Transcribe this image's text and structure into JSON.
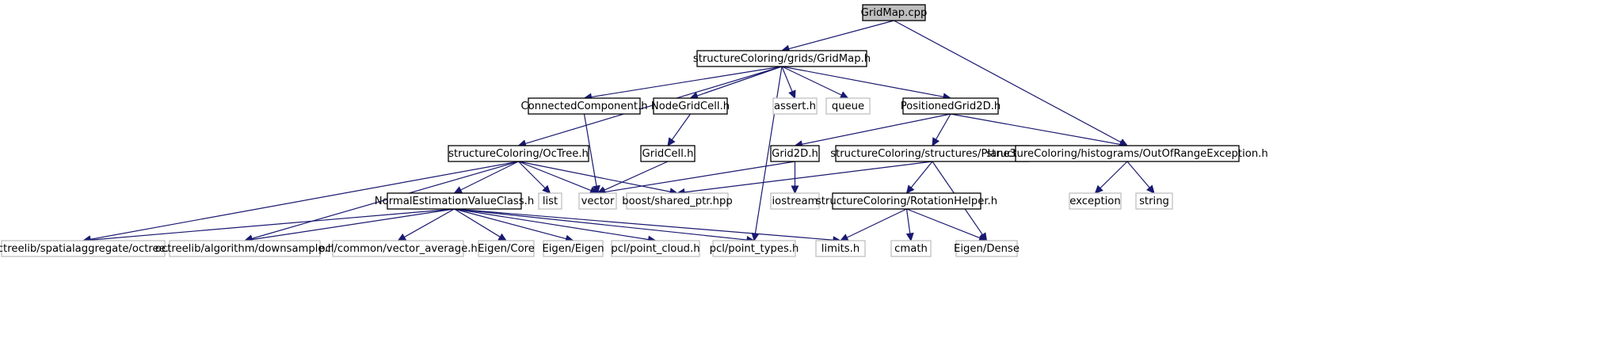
{
  "diagram": {
    "colors": {
      "edge": "#191970",
      "root_fill": "#bfbfbf",
      "primary_border": "#000000",
      "system_border": "#bfbfbf"
    },
    "nodes": [
      {
        "id": "gridmap_cpp",
        "label": "GridMap.cpp",
        "kind": "root"
      },
      {
        "id": "gridmap_h",
        "label": "structureColoring/grids/GridMap.h",
        "kind": "primary"
      },
      {
        "id": "connected",
        "label": "ConnectedComponent.h",
        "kind": "primary"
      },
      {
        "id": "nodegridcell",
        "label": "NodeGridCell.h",
        "kind": "primary"
      },
      {
        "id": "assert",
        "label": "assert.h",
        "kind": "system"
      },
      {
        "id": "queue",
        "label": "queue",
        "kind": "system"
      },
      {
        "id": "positioned",
        "label": "PositionedGrid2D.h",
        "kind": "primary"
      },
      {
        "id": "octree",
        "label": "structureColoring/OcTree.h",
        "kind": "primary"
      },
      {
        "id": "gridcell",
        "label": "GridCell.h",
        "kind": "primary"
      },
      {
        "id": "grid2d",
        "label": "Grid2D.h",
        "kind": "primary"
      },
      {
        "id": "plane3d",
        "label": "structureColoring/structures/Plane3D.h",
        "kind": "primary"
      },
      {
        "id": "outofrange",
        "label": "structureColoring/histograms/OutOfRangeException.h",
        "kind": "primary"
      },
      {
        "id": "normalest",
        "label": "NormalEstimationValueClass.h",
        "kind": "primary"
      },
      {
        "id": "list",
        "label": "list",
        "kind": "system"
      },
      {
        "id": "vector",
        "label": "vector",
        "kind": "system"
      },
      {
        "id": "shared_ptr",
        "label": "boost/shared_ptr.hpp",
        "kind": "system"
      },
      {
        "id": "iostream",
        "label": "iostream",
        "kind": "system"
      },
      {
        "id": "rotation",
        "label": "structureColoring/RotationHelper.h",
        "kind": "primary"
      },
      {
        "id": "exception",
        "label": "exception",
        "kind": "system"
      },
      {
        "id": "string",
        "label": "string",
        "kind": "system"
      },
      {
        "id": "oct_spatial",
        "label": "octreelib/spatialaggregate/octree.h",
        "kind": "system"
      },
      {
        "id": "oct_down",
        "label": "octreelib/algorithm/downsample.h",
        "kind": "system"
      },
      {
        "id": "vec_avg",
        "label": "pcl/common/vector_average.h",
        "kind": "system"
      },
      {
        "id": "eigen_core",
        "label": "Eigen/Core",
        "kind": "system"
      },
      {
        "id": "eigen_eigen",
        "label": "Eigen/Eigen",
        "kind": "system"
      },
      {
        "id": "point_cloud",
        "label": "pcl/point_cloud.h",
        "kind": "system"
      },
      {
        "id": "point_types",
        "label": "pcl/point_types.h",
        "kind": "system"
      },
      {
        "id": "limits",
        "label": "limits.h",
        "kind": "system"
      },
      {
        "id": "cmath",
        "label": "cmath",
        "kind": "system"
      },
      {
        "id": "eigen_dense",
        "label": "Eigen/Dense",
        "kind": "system"
      }
    ],
    "edges": [
      {
        "from": "gridmap_cpp",
        "to": "gridmap_h"
      },
      {
        "from": "gridmap_cpp",
        "to": "outofrange"
      },
      {
        "from": "gridmap_h",
        "to": "octree"
      },
      {
        "from": "gridmap_h",
        "to": "connected"
      },
      {
        "from": "gridmap_h",
        "to": "nodegridcell"
      },
      {
        "from": "gridmap_h",
        "to": "assert"
      },
      {
        "from": "gridmap_h",
        "to": "queue"
      },
      {
        "from": "gridmap_h",
        "to": "positioned"
      },
      {
        "from": "gridmap_h",
        "to": "point_types"
      },
      {
        "from": "connected",
        "to": "vector"
      },
      {
        "from": "nodegridcell",
        "to": "gridcell"
      },
      {
        "from": "gridcell",
        "to": "vector"
      },
      {
        "from": "positioned",
        "to": "grid2d"
      },
      {
        "from": "positioned",
        "to": "plane3d"
      },
      {
        "from": "positioned",
        "to": "outofrange"
      },
      {
        "from": "grid2d",
        "to": "vector"
      },
      {
        "from": "grid2d",
        "to": "iostream"
      },
      {
        "from": "plane3d",
        "to": "shared_ptr"
      },
      {
        "from": "plane3d",
        "to": "rotation"
      },
      {
        "from": "plane3d",
        "to": "eigen_dense"
      },
      {
        "from": "outofrange",
        "to": "exception"
      },
      {
        "from": "outofrange",
        "to": "string"
      },
      {
        "from": "octree",
        "to": "oct_spatial"
      },
      {
        "from": "octree",
        "to": "oct_down"
      },
      {
        "from": "octree",
        "to": "normalest"
      },
      {
        "from": "octree",
        "to": "list"
      },
      {
        "from": "octree",
        "to": "vector"
      },
      {
        "from": "octree",
        "to": "shared_ptr"
      },
      {
        "from": "normalest",
        "to": "oct_spatial"
      },
      {
        "from": "normalest",
        "to": "oct_down"
      },
      {
        "from": "normalest",
        "to": "vec_avg"
      },
      {
        "from": "normalest",
        "to": "eigen_core"
      },
      {
        "from": "normalest",
        "to": "eigen_eigen"
      },
      {
        "from": "normalest",
        "to": "point_cloud"
      },
      {
        "from": "normalest",
        "to": "point_types"
      },
      {
        "from": "normalest",
        "to": "limits"
      },
      {
        "from": "rotation",
        "to": "limits"
      },
      {
        "from": "rotation",
        "to": "cmath"
      },
      {
        "from": "rotation",
        "to": "eigen_dense"
      }
    ]
  }
}
